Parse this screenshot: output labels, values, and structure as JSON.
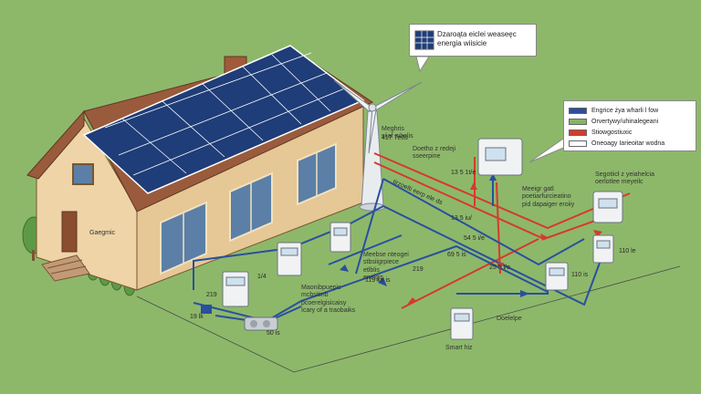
{
  "callout": {
    "line1": "Dzaroąta eiclei weaseęc",
    "line2": "energia wiisicie"
  },
  "legend": {
    "items": [
      {
        "label": "Engrice żya wharli l fow",
        "color": "#2a4f9e"
      },
      {
        "label": "Orvertywy/uhinalegeani",
        "color": "#86b466"
      },
      {
        "label": "Stiowgostiuxic",
        "color": "#d63a2a"
      },
      {
        "label": "Oneoagy Iarieoitar wodna",
        "color": "#ffffff"
      }
    ]
  },
  "labels": {
    "house": "Gaegmic",
    "turbine": "Meghris\nsiiaf mbelis",
    "inverter": "Doetho z redeji\nsseerpine",
    "smart_device": "Segotiicł z yeiahelcia\noerlotlee meyeilc",
    "meter_panel": "Meeigr gatl\npoetiarfurcieatino\npid dapaiger eroiiy",
    "storage": "Meebse nteogei\nstbsiigrpiece\netlblis\nenelgis",
    "grid": "Maonibpuepic\nmcbsitinb\npcoerelgisicaisy\nIcary of a traobaiks",
    "grid_meter": "Doelelpe",
    "smart_meter": "Smart hiz"
  },
  "values": {
    "v1": "417 7e0s",
    "v2": "13 5 1t/e",
    "v3": "13.5 iu/",
    "v4": "54 5 i/e",
    "v5": "69 5 is",
    "v6": "25 5 l/e",
    "v7": "219",
    "v8": "119 ko is",
    "v9": "219",
    "v10": "1/4",
    "v11": "19 lk",
    "v12": "50 is",
    "v13": "110 is",
    "v14": "110 le",
    "v15": "tirzoelti eerp ele ds"
  },
  "colors": {
    "grass": "#8db86a",
    "flow_blue": "#2a4f9e",
    "flow_red": "#d63a2a",
    "roof": "#9a5b3d",
    "wall": "#e9cc9e",
    "panel": "#1f3d78"
  }
}
